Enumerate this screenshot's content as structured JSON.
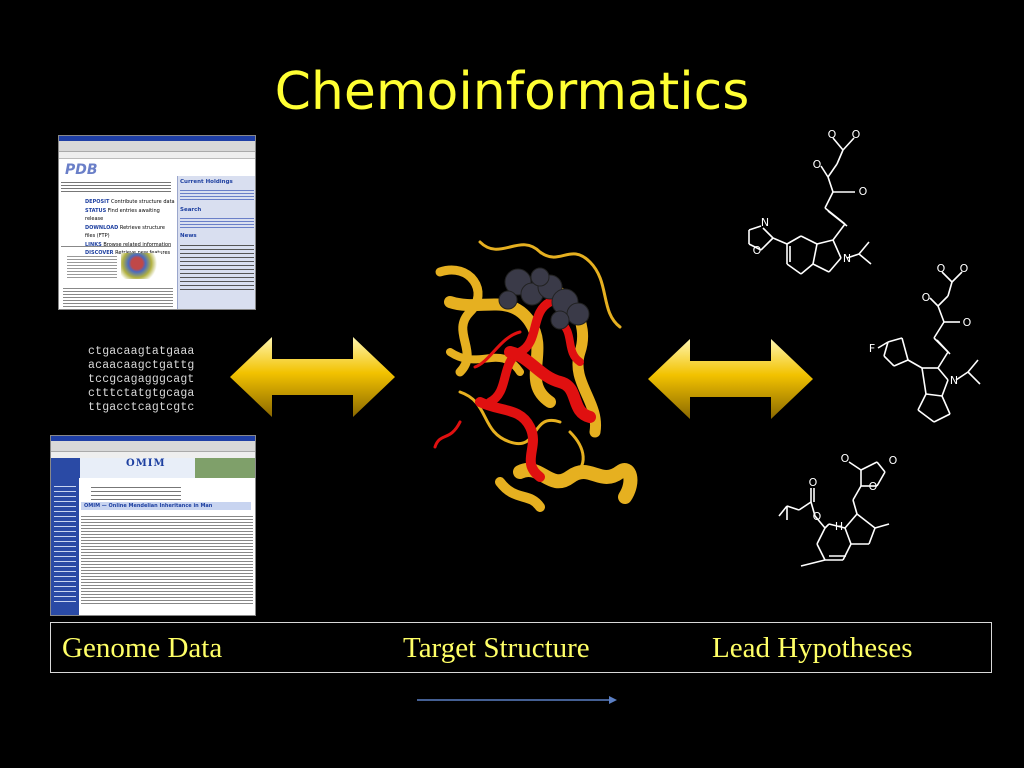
{
  "slide": {
    "title": "Chemoinformatics",
    "dna_lines": [
      "ctgacaagtatgaaa",
      "acaacaagctgattg",
      "tccgcagagggcagt",
      "ctttctatgtgcaga",
      "ttgacctcagtcgtc"
    ],
    "labels": {
      "genome": "Genome Data",
      "target": "Target Structure",
      "lead": "Lead Hypotheses"
    }
  },
  "pdb_page": {
    "logo": "PDB",
    "sidebar_header": "Current Holdings",
    "search_header": "Search",
    "news_header": "News",
    "menu": [
      {
        "key": "DEPOSIT",
        "text": "Contribute structure data"
      },
      {
        "key": "STATUS",
        "text": "Find entries awaiting release"
      },
      {
        "key": "DOWNLOAD",
        "text": "Retrieve structure files (FTP)"
      },
      {
        "key": "LINKS",
        "text": "Browse related information"
      },
      {
        "key": "DISCOVER",
        "text": "Retrieve new features"
      }
    ]
  },
  "omim_page": {
    "logo": "OMIM",
    "heading": "OMIM — Online Mendelian Inheritance in Man"
  },
  "molecules": {
    "atoms": [
      "O",
      "N",
      "F",
      "H"
    ]
  },
  "colors": {
    "title": "#ffff33",
    "label": "#ffff66",
    "arrow_gold": "#e6b800",
    "protein_gold": "#e6b020",
    "protein_red": "#e01010",
    "ligand": "#3a3a48",
    "flow_arrow": "#5b7fc4"
  }
}
